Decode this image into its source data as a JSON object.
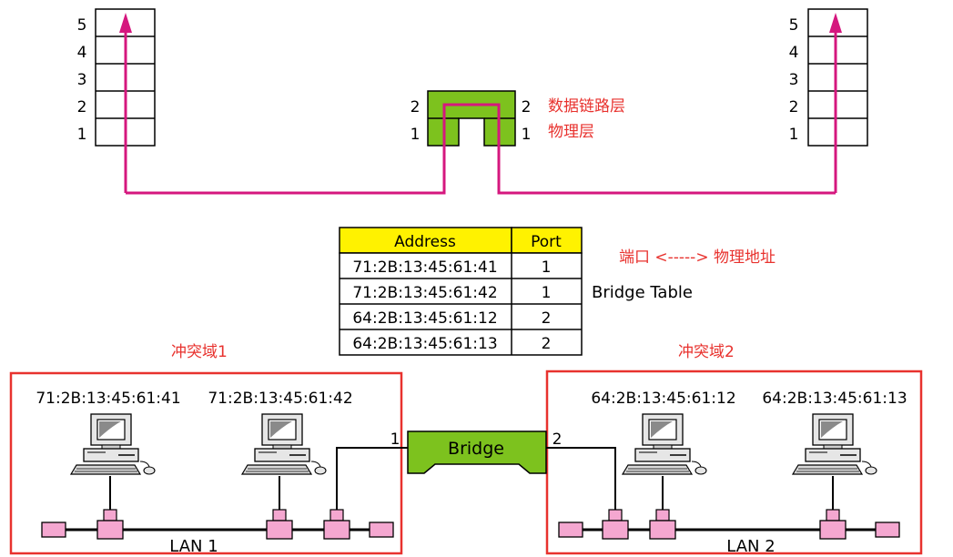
{
  "stacks": {
    "left": {
      "layers": [
        "5",
        "4",
        "3",
        "2",
        "1"
      ]
    },
    "right": {
      "layers": [
        "5",
        "4",
        "3",
        "2",
        "1"
      ]
    }
  },
  "bridge_stack": {
    "left_labels": [
      "2",
      "1"
    ],
    "right_labels": [
      "2",
      "1"
    ],
    "layer_names": [
      "数据链路层",
      "物理层"
    ]
  },
  "table": {
    "headers": [
      "Address",
      "Port"
    ],
    "rows": [
      [
        "71:2B:13:45:61:41",
        "1"
      ],
      [
        "71:2B:13:45:61:42",
        "1"
      ],
      [
        "64:2B:13:45:61:12",
        "2"
      ],
      [
        "64:2B:13:45:61:13",
        "2"
      ]
    ],
    "caption": "Bridge Table",
    "note": "端口 <-----> 物理地址"
  },
  "domains": [
    {
      "title": "冲突域1",
      "lan_label": "LAN 1",
      "hosts": [
        "71:2B:13:45:61:41",
        "71:2B:13:45:61:42"
      ]
    },
    {
      "title": "冲突域2",
      "lan_label": "LAN 2",
      "hosts": [
        "64:2B:13:45:61:12",
        "64:2B:13:45:61:13"
      ]
    }
  ],
  "bridge": {
    "label": "Bridge",
    "port_left": "1",
    "port_right": "2"
  },
  "colors": {
    "accent_red": "#e8322e",
    "path_magenta": "#d5177e",
    "bridge_green": "#7dc21e",
    "table_header_yellow": "#fff200",
    "tap_pink": "#f4a7d0"
  }
}
